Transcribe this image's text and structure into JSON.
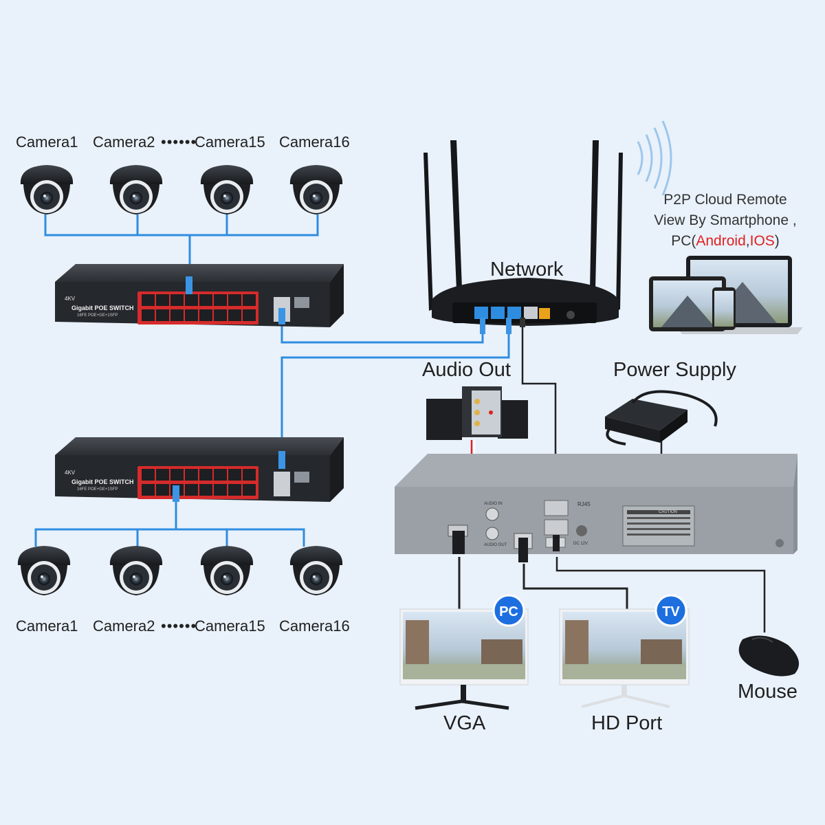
{
  "top_cameras": [
    "Camera1",
    "Camera2",
    "Camera15",
    "Camera16"
  ],
  "bottom_cameras": [
    "Camera1",
    "Camera2",
    "Camera15",
    "Camera16"
  ],
  "ellipsis": "••••••",
  "switch": {
    "brand": "4KV",
    "name": "Gigabit POE SWITCH",
    "spec": "16FE POE+GE+1SFP"
  },
  "labels": {
    "network": "Network",
    "audio_out": "Audio Out",
    "power_supply": "Power Supply",
    "vga": "VGA",
    "hd_port": "HD Port",
    "mouse": "Mouse"
  },
  "p2p": {
    "line1": "P2P Cloud Remote",
    "line2": "View By Smartphone ,",
    "line3_prefix": "PC(",
    "line3_android": "Android",
    "line3_sep": ",",
    "line3_ios": "IOS",
    "line3_suffix": ")"
  },
  "badges": {
    "pc": "PC",
    "tv": "TV"
  },
  "nvr": {
    "rj45": "RJ45",
    "audio_in": "AUDIO IN",
    "audio_out": "AUDIO OUT",
    "dc": "DC 12V",
    "caution": "CAUTION"
  },
  "colors": {
    "background": "#e9f1fa",
    "ethernet_cable": "#2e8de0",
    "accent_red": "#e02020",
    "badge_blue": "#1d6fe0"
  }
}
